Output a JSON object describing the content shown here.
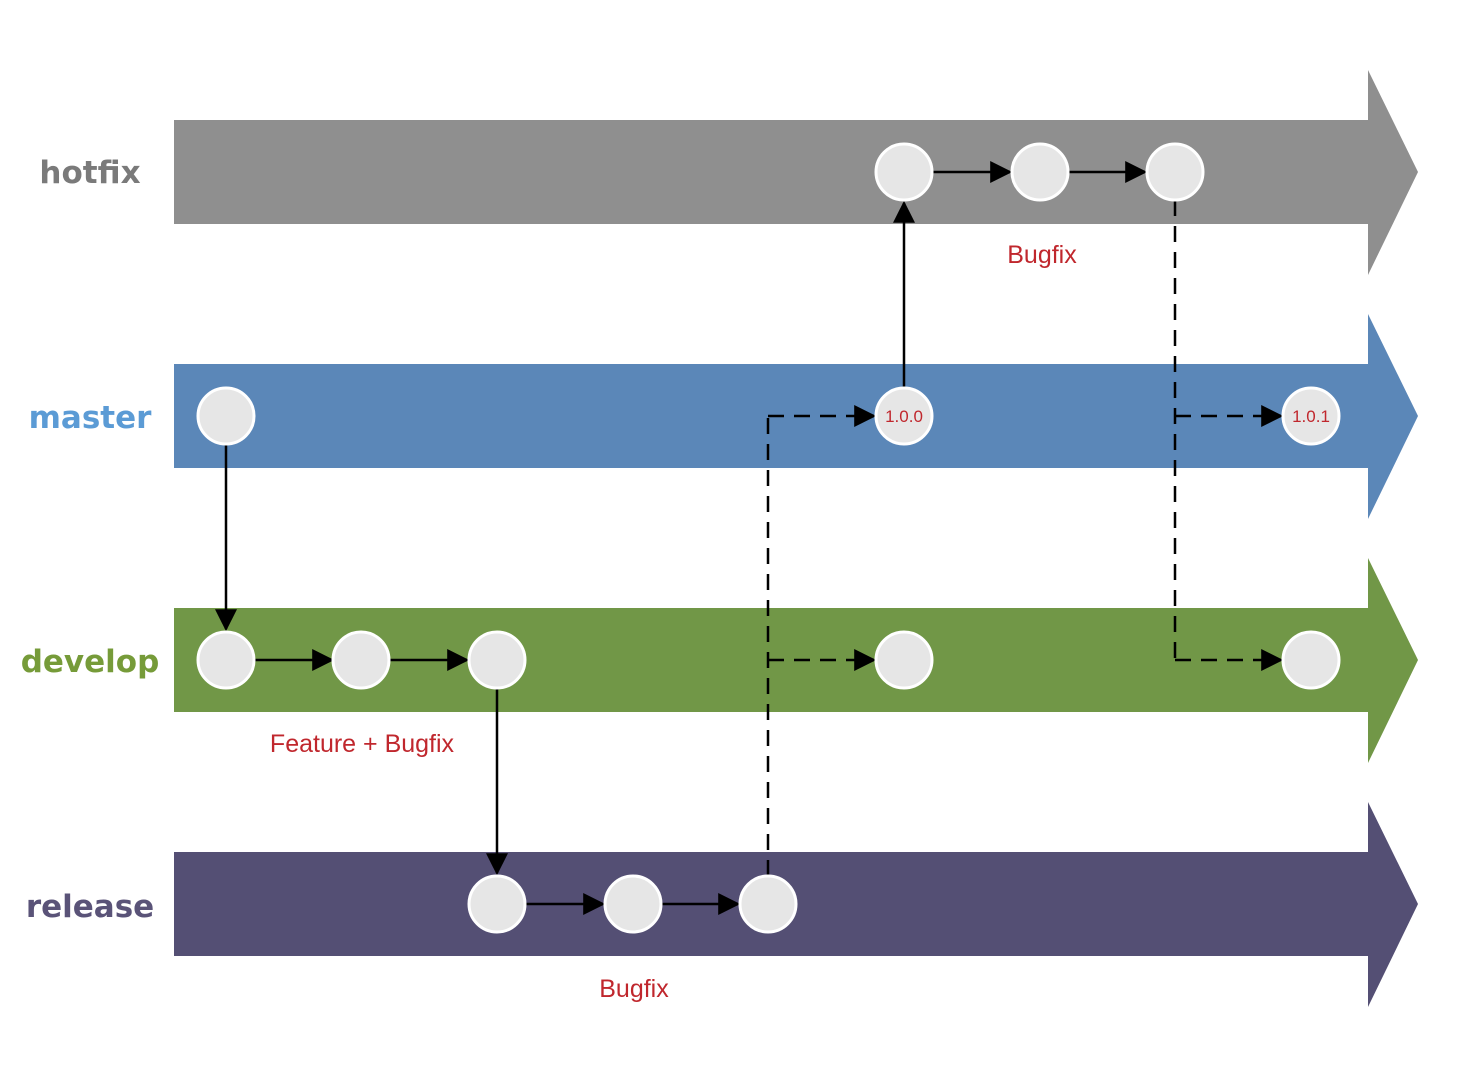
{
  "colors": {
    "hotfix": "#8f8f8f",
    "master": "#5b87b8",
    "develop": "#719747",
    "release": "#544f74",
    "master_label": "#5b9bd5",
    "develop_label": "#769b39",
    "release_label": "#5a5378",
    "hotfix_label": "#7a7a7a",
    "annotation": "#c0272d",
    "commit_fill": "#e6e6e6"
  },
  "lanes": [
    {
      "id": "hotfix",
      "label": "hotfix"
    },
    {
      "id": "master",
      "label": "master"
    },
    {
      "id": "develop",
      "label": "develop"
    },
    {
      "id": "release",
      "label": "release"
    }
  ],
  "annotations": {
    "hotfix_note": "Bugfix",
    "develop_note": "Feature + Bugfix",
    "release_note": "Bugfix"
  },
  "versions": {
    "first": "1.0.0",
    "second": "1.0.1"
  },
  "commits": {
    "hotfix": 3,
    "master": 3,
    "develop": 5,
    "release": 3
  },
  "icons": {
    "lane_arrow": "right-arrow-band",
    "commit": "circle-node",
    "flow": "arrow"
  }
}
